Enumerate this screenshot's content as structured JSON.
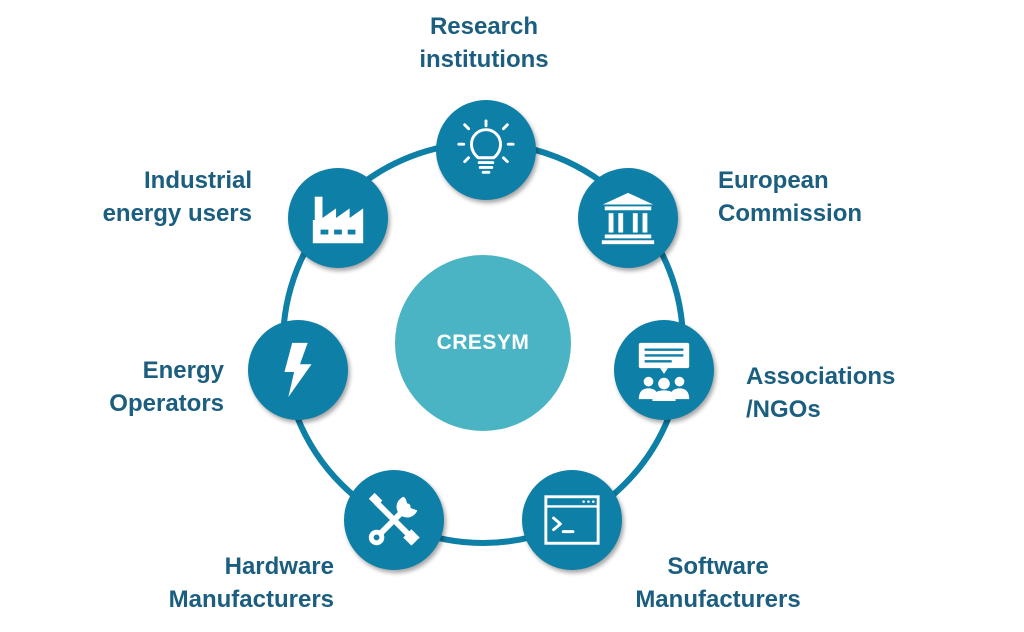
{
  "hub": {
    "label": "CRESYM"
  },
  "nodes": {
    "research": {
      "lines": [
        "Research",
        "institutions"
      ],
      "icon": "lightbulb-icon"
    },
    "commission": {
      "lines": [
        "European",
        "Commission"
      ],
      "icon": "government-building-icon"
    },
    "associations": {
      "lines": [
        "Associations",
        "/NGOs"
      ],
      "icon": "group-discussion-icon"
    },
    "software": {
      "lines": [
        "Software",
        "Manufacturers"
      ],
      "icon": "terminal-window-icon"
    },
    "hardware": {
      "lines": [
        "Hardware",
        "Manufacturers"
      ],
      "icon": "wrench-screwdriver-icon"
    },
    "operators": {
      "lines": [
        "Energy",
        "Operators"
      ],
      "icon": "lightning-bolt-icon"
    },
    "industrial": {
      "lines": [
        "Industrial",
        "energy users"
      ],
      "icon": "factory-icon"
    }
  },
  "colors": {
    "node_fill": "#0e7fa6",
    "hub_fill": "#4bb4c4",
    "ring_stroke": "#0e7fa6",
    "label_text": "#1b5e7f",
    "icon_color": "#ffffff"
  }
}
